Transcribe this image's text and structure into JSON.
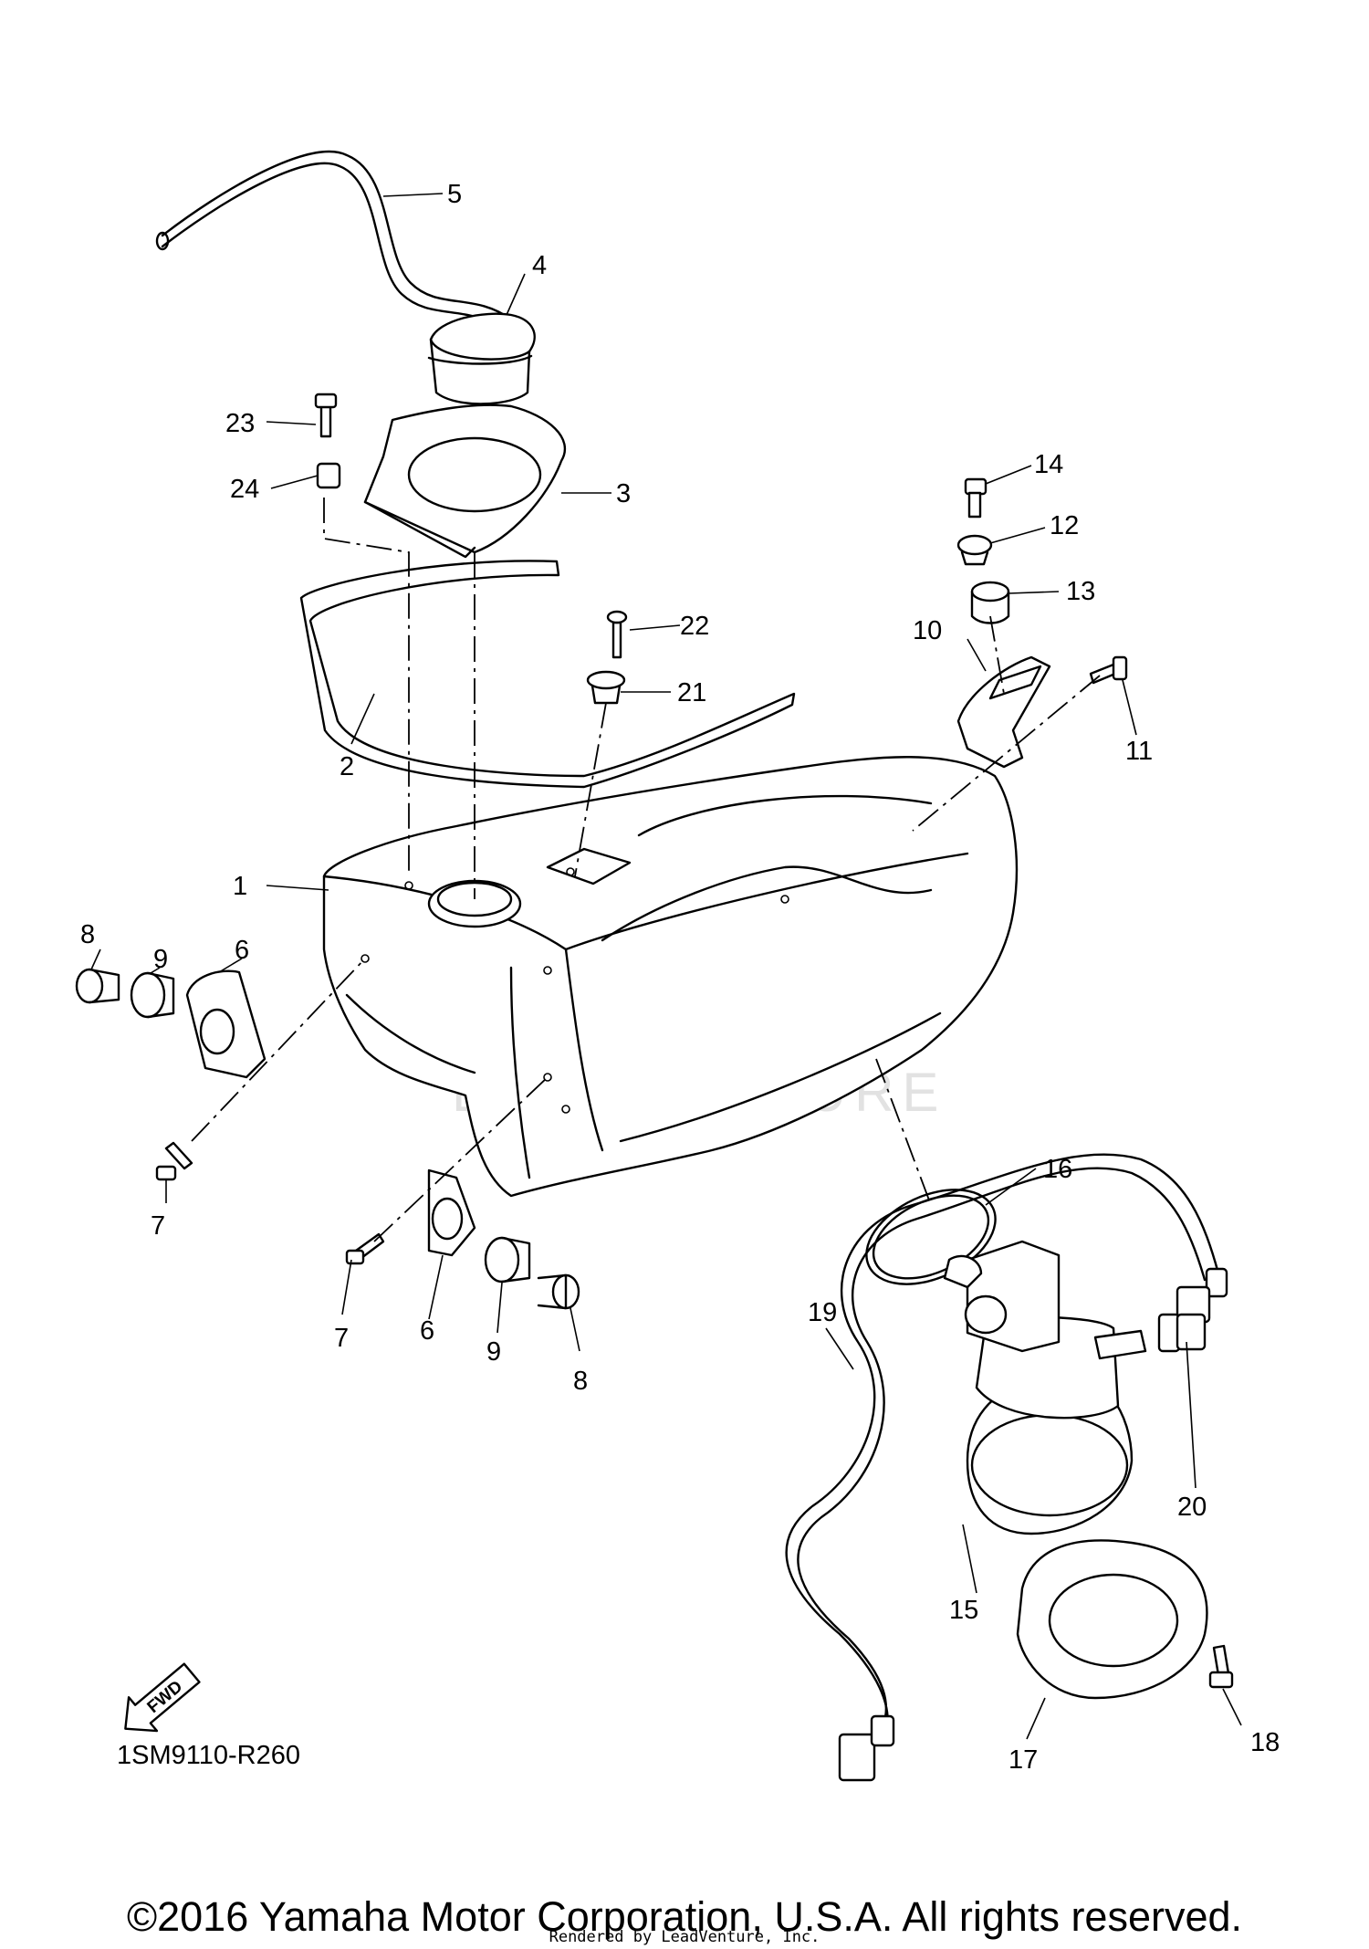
{
  "diagram": {
    "callouts": [
      {
        "id": "1",
        "label": "1"
      },
      {
        "id": "2",
        "label": "2"
      },
      {
        "id": "3",
        "label": "3"
      },
      {
        "id": "4",
        "label": "4"
      },
      {
        "id": "5",
        "label": "5"
      },
      {
        "id": "6a",
        "label": "6"
      },
      {
        "id": "6b",
        "label": "6"
      },
      {
        "id": "7a",
        "label": "7"
      },
      {
        "id": "7b",
        "label": "7"
      },
      {
        "id": "8a",
        "label": "8"
      },
      {
        "id": "8b",
        "label": "8"
      },
      {
        "id": "9a",
        "label": "9"
      },
      {
        "id": "9b",
        "label": "9"
      },
      {
        "id": "10",
        "label": "10"
      },
      {
        "id": "11",
        "label": "11"
      },
      {
        "id": "12",
        "label": "12"
      },
      {
        "id": "13",
        "label": "13"
      },
      {
        "id": "14",
        "label": "14"
      },
      {
        "id": "15",
        "label": "15"
      },
      {
        "id": "16",
        "label": "16"
      },
      {
        "id": "17",
        "label": "17"
      },
      {
        "id": "18",
        "label": "18"
      },
      {
        "id": "19",
        "label": "19"
      },
      {
        "id": "20",
        "label": "20"
      },
      {
        "id": "21",
        "label": "21"
      },
      {
        "id": "22",
        "label": "22"
      },
      {
        "id": "23",
        "label": "23"
      },
      {
        "id": "24",
        "label": "24"
      }
    ],
    "direction_badge": "FWD",
    "diagram_code": "1SM9110-R260",
    "watermark": "LEADVENTURE"
  },
  "footer": {
    "copyright": "©2016 Yamaha Motor Corporation, U.S.A. All rights reserved.",
    "rendered_by": "Rendered by LeadVenture, Inc."
  }
}
